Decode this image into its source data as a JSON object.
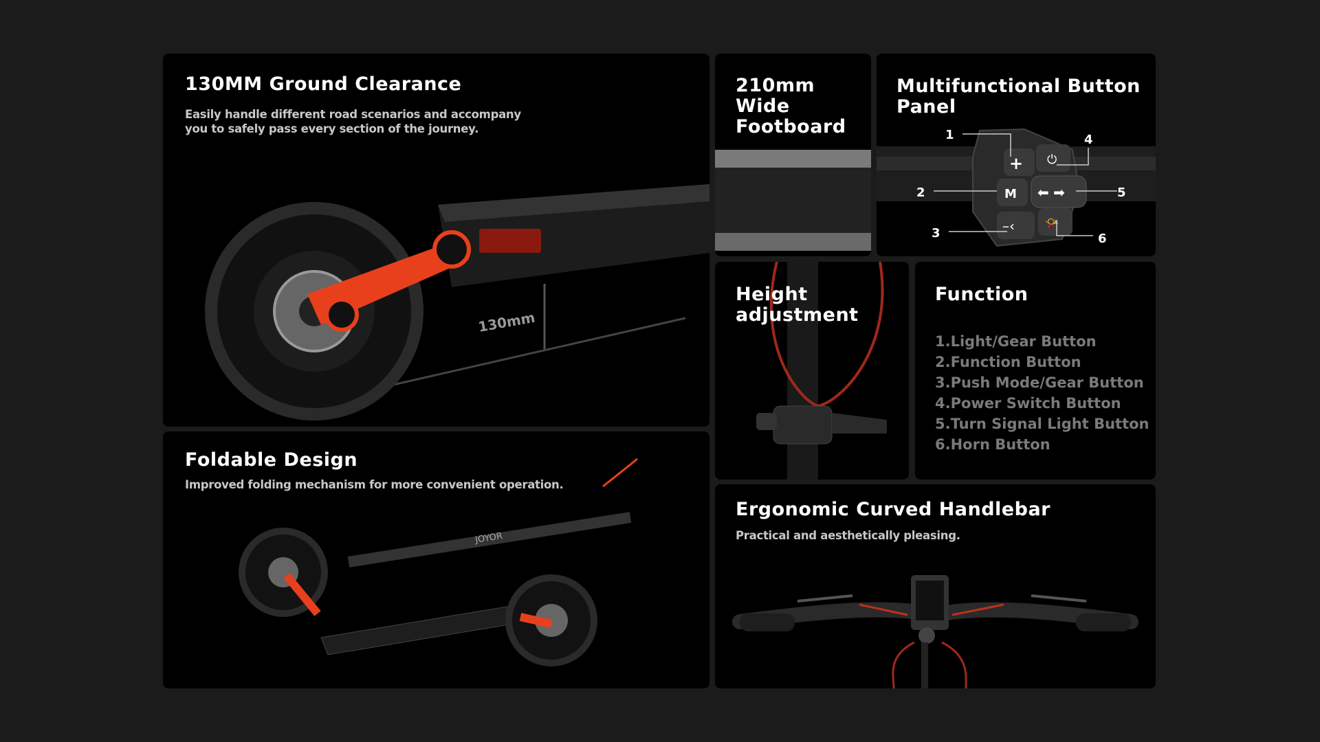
{
  "ground_clearance": {
    "title": "130MM Ground Clearance",
    "subtitle_line1": "Easily handle different road scenarios and accompany",
    "subtitle_line2": "you to safely pass every section of the journey.",
    "measure_label": "130mm"
  },
  "foldable": {
    "title": "Foldable Design",
    "subtitle": "Improved folding mechanism for more convenient operation.",
    "brand": "JOYOR"
  },
  "footboard": {
    "title_line1": "210mm",
    "title_line2": "Wide",
    "title_line3": "Footboard"
  },
  "button_panel": {
    "title_line1": "Multifunctional Button",
    "title_line2": "Panel",
    "callouts": [
      "1",
      "2",
      "3",
      "4",
      "5",
      "6"
    ]
  },
  "height": {
    "title_line1": "Height",
    "title_line2": "adjustment"
  },
  "function": {
    "title": "Function",
    "items": [
      "1.Light/Gear Button",
      "2.Function Button",
      "3.Push Mode/Gear Button",
      "4.Power Switch Button",
      "5.Turn Signal Light Button",
      "6.Horn Button"
    ]
  },
  "handlebar": {
    "title": "Ergonomic Curved Handlebar",
    "subtitle": "Practical and aesthetically pleasing."
  },
  "colors": {
    "background": "#1b1b1b",
    "panel": "#000000",
    "accent": "#e8401c"
  }
}
